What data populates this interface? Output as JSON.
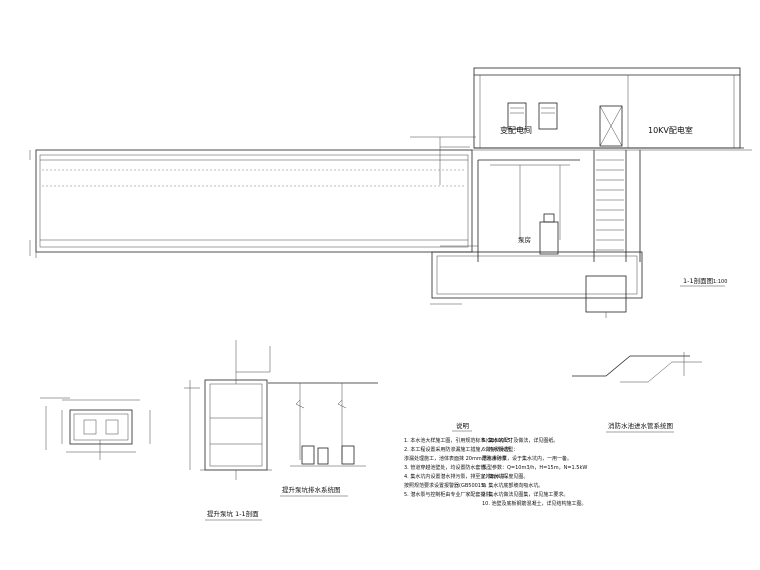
{
  "labels": {
    "substation": "变配电间",
    "distribution_room": "10KV配电室",
    "pump_room": "泵房",
    "section_1_1": "1-1剖面图",
    "section_1_1_scale": "1:100",
    "lift_pump_pit_section": "提升泵坑 1-1剖面",
    "lift_pump_drain_system": "提升泵坑排水系统图",
    "fire_pipe_system": "消防水池进水管系统图",
    "notes_title": "说明"
  },
  "notes_left": [
    "1. 本水池大样施工图，引用规范标准(GB50015)",
    "2. 本工程设置采用防渗漏施工措施，做好防水防",
    "   渗漏处理施工，池体表面抹 20mm厚防水砂浆",
    "3. 管道穿越池壁处，均设置防水套管。",
    "4. 集水坑内设置潜水排污泵，排至室外雨水井。",
    "   按照规范要求设置报警器(GB50015)",
    "5. 潜水泵与控制柜由专业厂家配套提供。"
  ],
  "notes_right": [
    "5. 集水坑尺寸及做法，详见图纸。",
    "6. 污水泵选型：",
    "   潜水排污泵，设于集水坑内，一用一备。",
    "   泵型参数：Q=10m3/h，H=15m，N=1.5kW",
    "7. 集水坑深度见图。",
    "8. 集水坑底部坡向吸水坑。",
    "9. 集水坑做法见图集，详见施工要求。",
    "10. 池壁及底板钢筋混凝土，详见结构施工图。"
  ]
}
